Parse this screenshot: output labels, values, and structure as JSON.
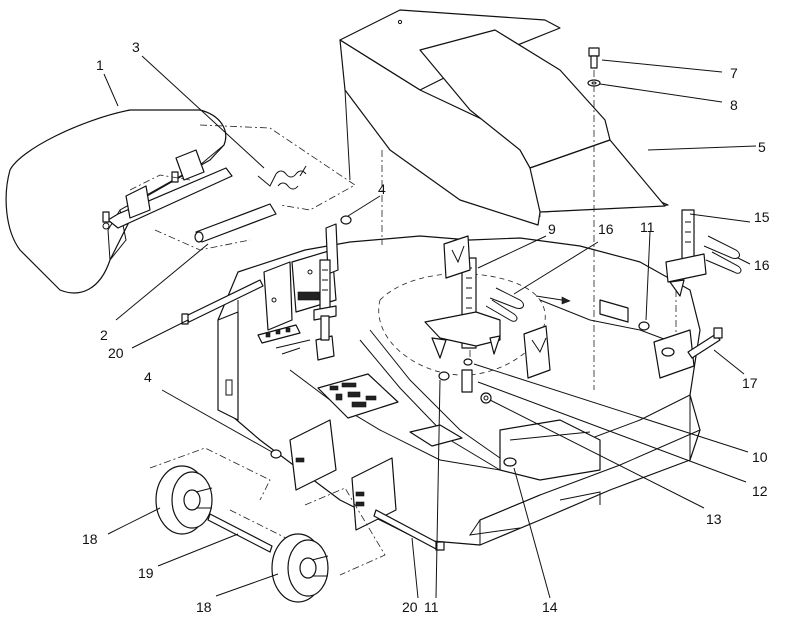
{
  "callouts": [
    {
      "id": "c1",
      "text": "1"
    },
    {
      "id": "c2",
      "text": "2"
    },
    {
      "id": "c3",
      "text": "3"
    },
    {
      "id": "c4a",
      "text": "4"
    },
    {
      "id": "c4b",
      "text": "4"
    },
    {
      "id": "c5",
      "text": "5"
    },
    {
      "id": "c7",
      "text": "7"
    },
    {
      "id": "c8",
      "text": "8"
    },
    {
      "id": "c9",
      "text": "9"
    },
    {
      "id": "c10",
      "text": "10"
    },
    {
      "id": "c11a",
      "text": "11"
    },
    {
      "id": "c11b",
      "text": "11"
    },
    {
      "id": "c12",
      "text": "12"
    },
    {
      "id": "c13",
      "text": "13"
    },
    {
      "id": "c14",
      "text": "14"
    },
    {
      "id": "c15",
      "text": "15"
    },
    {
      "id": "c16a",
      "text": "16"
    },
    {
      "id": "c16b",
      "text": "16"
    },
    {
      "id": "c17",
      "text": "17"
    },
    {
      "id": "c18a",
      "text": "18"
    },
    {
      "id": "c18b",
      "text": "18"
    },
    {
      "id": "c19",
      "text": "19"
    },
    {
      "id": "c20a",
      "text": "20"
    },
    {
      "id": "c20b",
      "text": "20"
    }
  ]
}
